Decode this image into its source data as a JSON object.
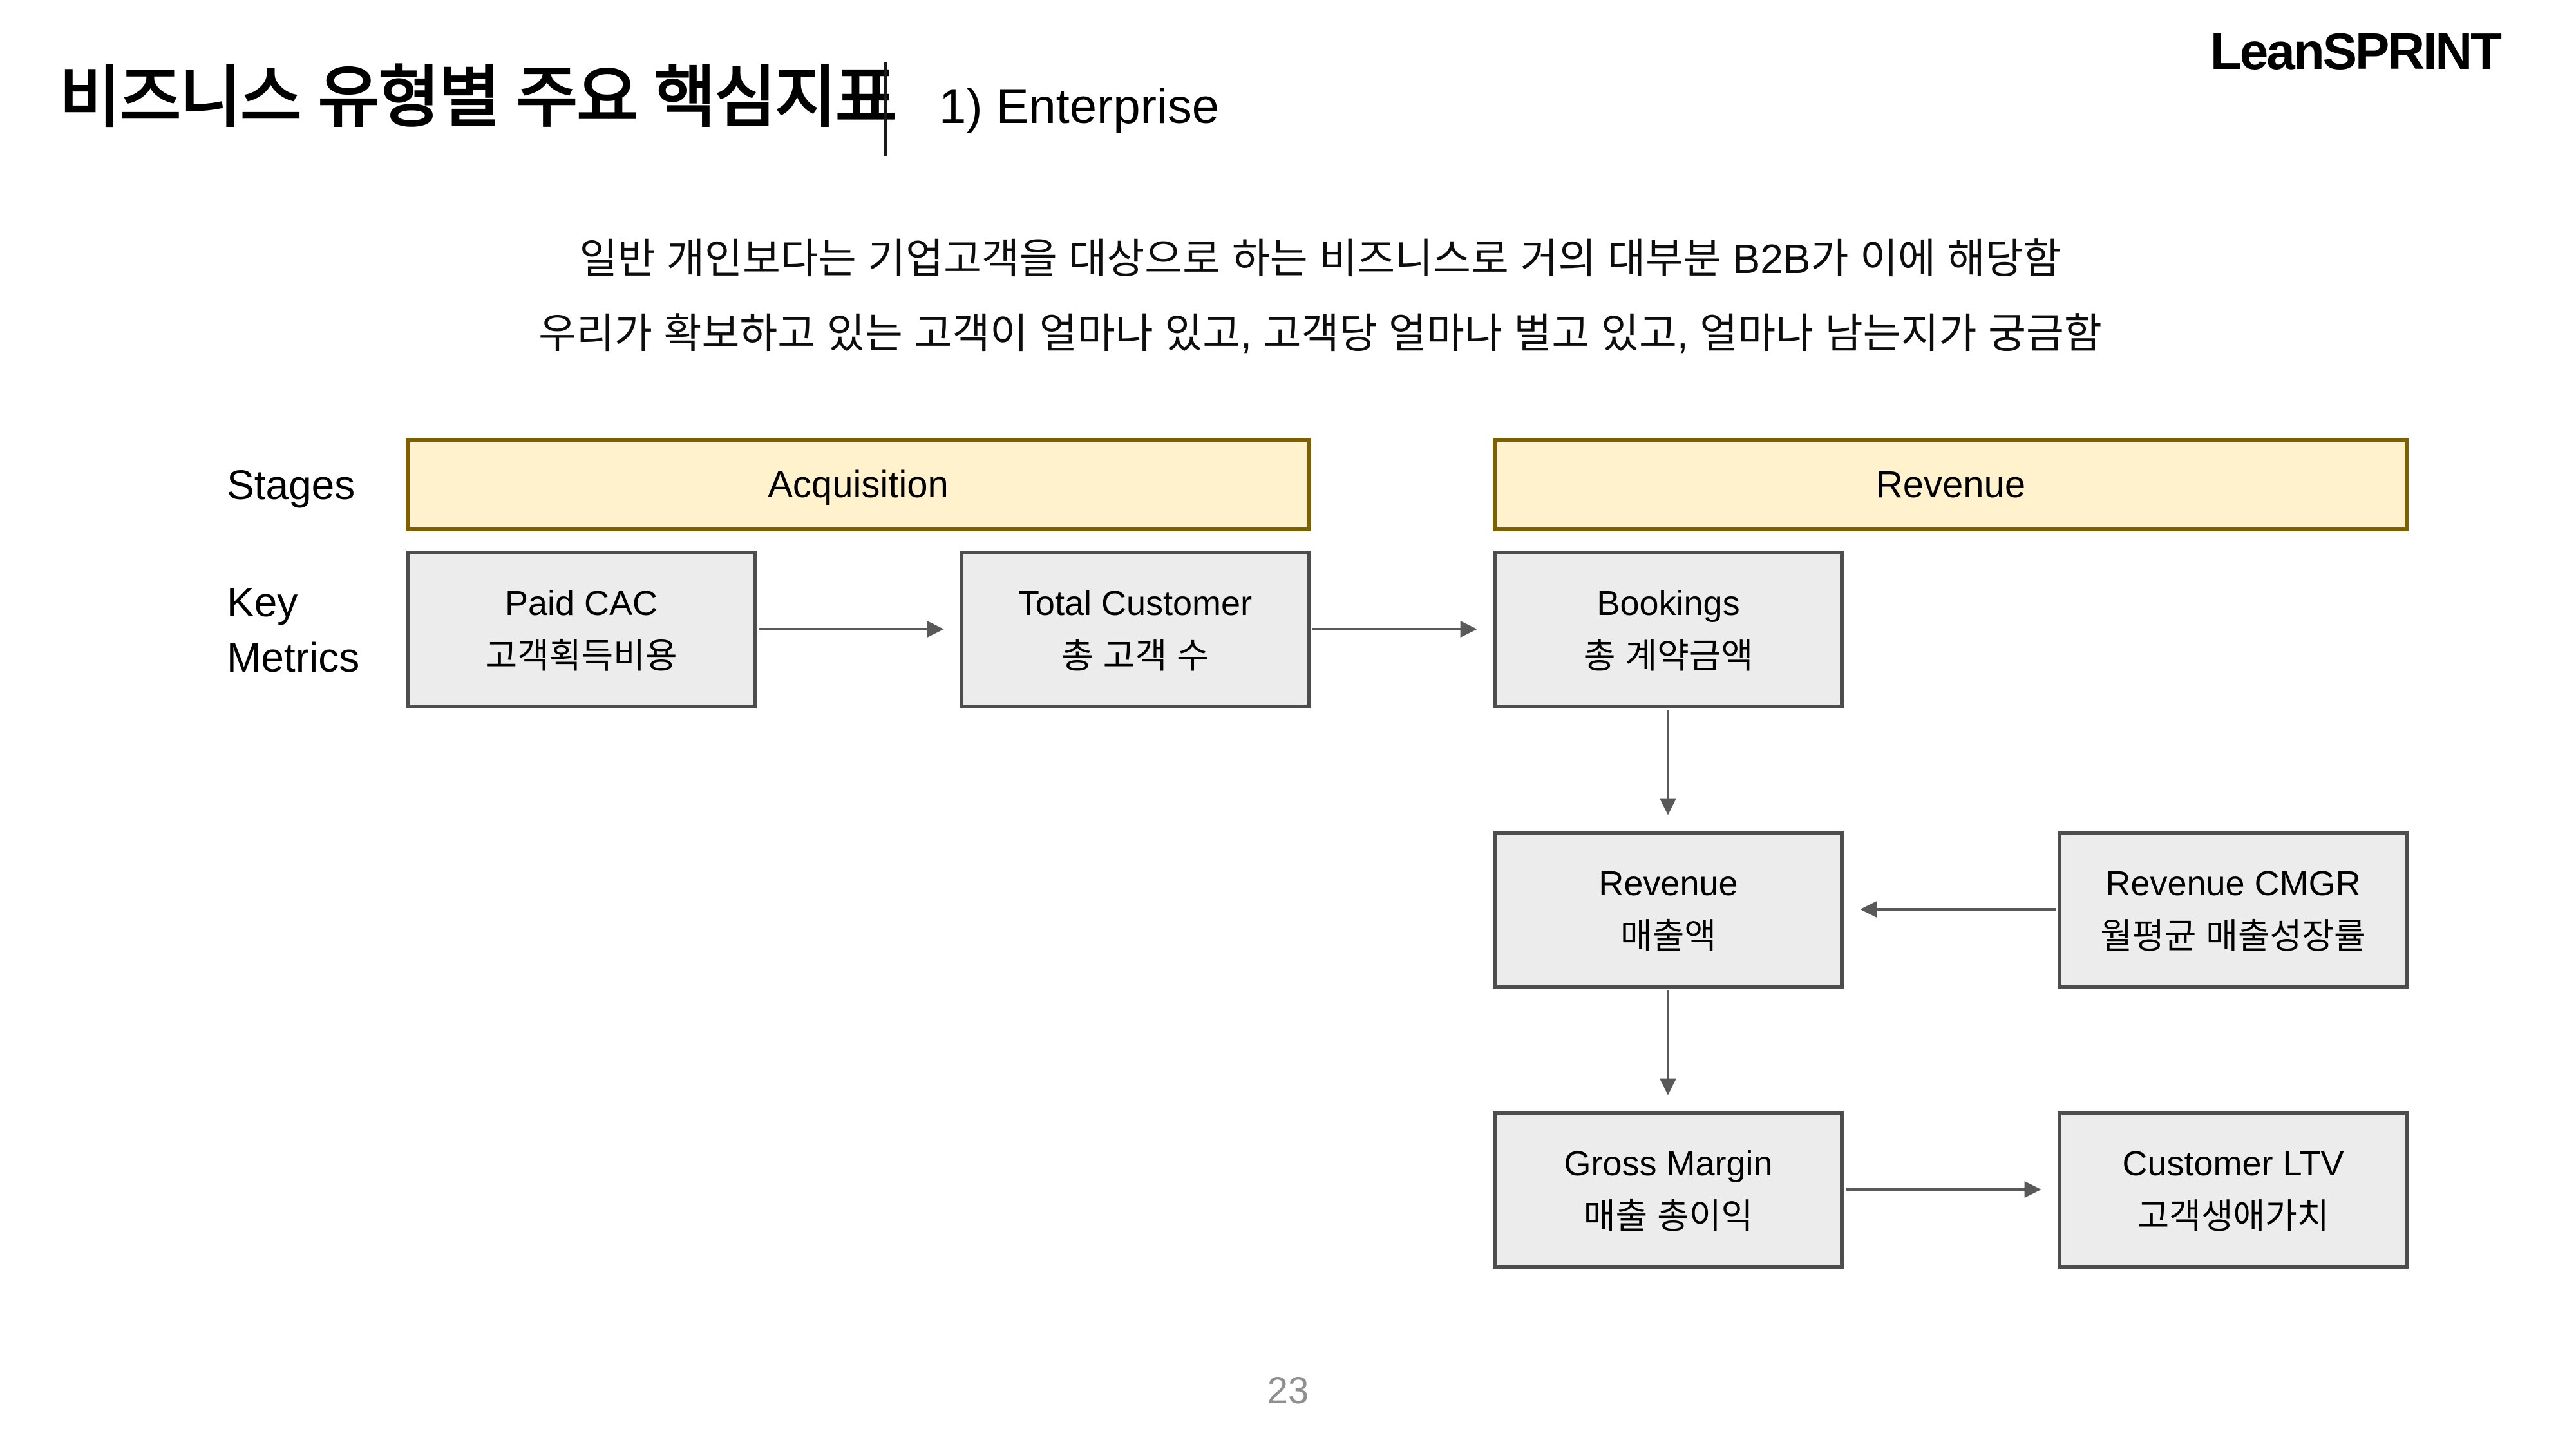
{
  "slide": {
    "title": "비즈니스 유형별 주요 핵심지표",
    "subtitle": "1) Enterprise",
    "logo": "LeanSPRINT",
    "page_number": "23"
  },
  "intro": {
    "line1": "일반 개인보다는 기업고객을 대상으로 하는 비즈니스로 거의 대부분 B2B가 이에 해당함",
    "line2": "우리가 확보하고 있는 고객이 얼마나 있고, 고객당 얼마나 벌고 있고, 얼마나 남는지가 궁금함"
  },
  "diagram": {
    "row_labels": {
      "stages": "Stages",
      "key_metrics_line1": "Key",
      "key_metrics_line2": "Metrics"
    },
    "stages": [
      {
        "label": "Acquisition"
      },
      {
        "label": "Revenue"
      }
    ],
    "metrics": [
      {
        "en": "Paid CAC",
        "ko": "고객획득비용"
      },
      {
        "en": "Total Customer",
        "ko": "총 고객 수"
      },
      {
        "en": "Bookings",
        "ko": "총 계약금액"
      },
      {
        "en": "Revenue",
        "ko": "매출액"
      },
      {
        "en": "Revenue CMGR",
        "ko": "월평균 매출성장률"
      },
      {
        "en": "Gross Margin",
        "ko": "매출 총이익"
      },
      {
        "en": "Customer LTV",
        "ko": "고객생애가치"
      }
    ],
    "colors": {
      "stage_fill": "#FFF2CC",
      "stage_border": "#7F6000",
      "metric_fill": "#ECECEC",
      "metric_border": "#4D4D4D",
      "arrow": "#595959"
    }
  }
}
